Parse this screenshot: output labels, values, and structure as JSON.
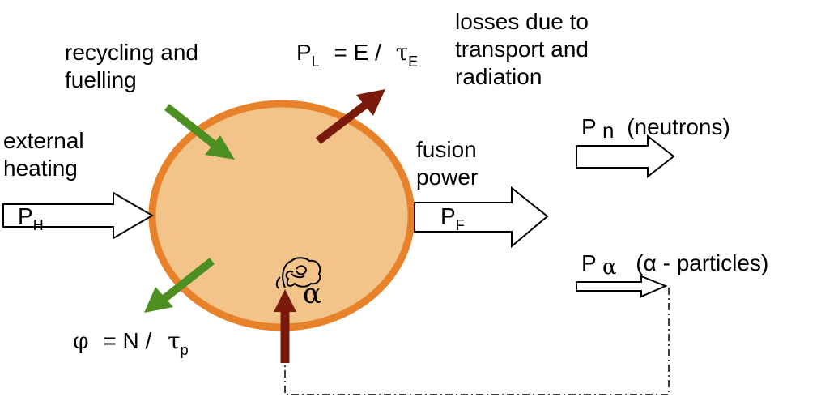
{
  "labels": {
    "recycling_line1": "recycling and",
    "recycling_line2": "fuelling",
    "external_line1": "external",
    "external_line2": "heating",
    "losses_line1": "losses due to",
    "losses_line2": "transport and",
    "losses_line3": "radiation",
    "fusion_line1": "fusion",
    "fusion_line2": "power",
    "pl_main": "P",
    "pl_sub": "L",
    "pl_eq": "= E /",
    "tau_e": "τ",
    "tau_e_sub": "E",
    "ph_main": "P",
    "ph_sub": "H",
    "pf_main": "P",
    "pf_sub": "F",
    "pn_main": "P",
    "pn_sub": "n",
    "pn_desc": "(neutrons)",
    "pa_main": "P",
    "pa_sub": "α",
    "pa_desc": "(α - particles)",
    "phi": "φ",
    "phi_eq": "= N /",
    "tau_p": "τ",
    "tau_p_sub": "p",
    "alpha_mark": "α"
  },
  "colors": {
    "plasma_fill": "#f2c48a",
    "plasma_border": "#e8822a",
    "green_arrow": "#4e8f22",
    "red_arrow": "#7a1a0d",
    "outline": "#000000"
  }
}
